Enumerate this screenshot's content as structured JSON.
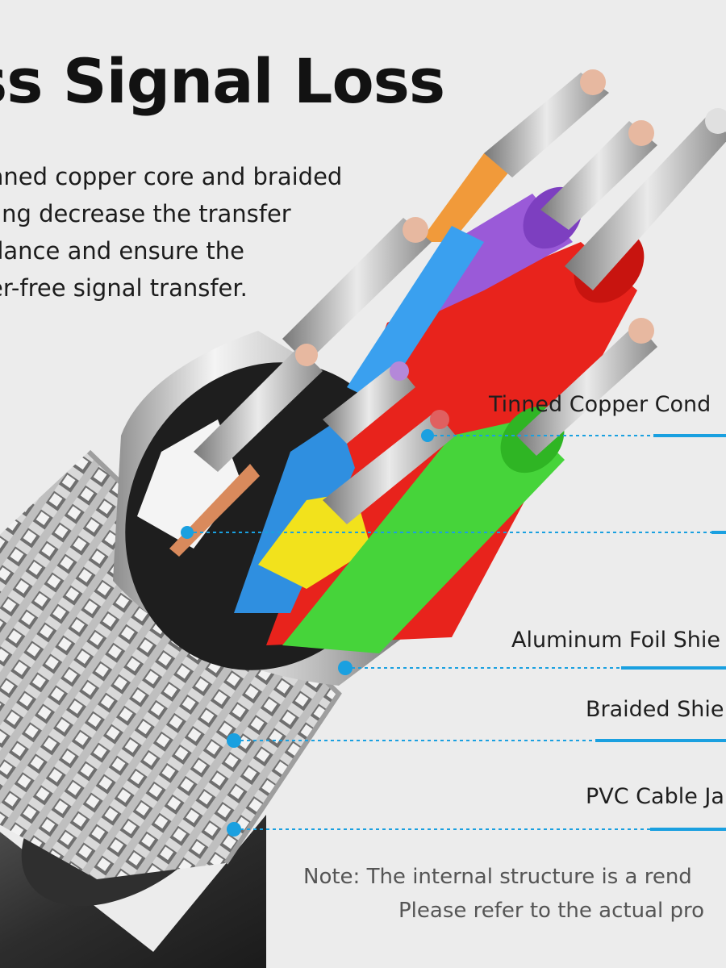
{
  "headline": "ss Signal Loss",
  "description": {
    "lines": [
      "nned copper core and braided",
      "ling decrease the transfer",
      "dance and ensure the",
      "er-free signal transfer."
    ]
  },
  "callouts": [
    {
      "label": "Tinned Copper Cond"
    },
    {
      "label": ""
    },
    {
      "label": "Aluminum Foil Shie"
    },
    {
      "label": "Braided Shie"
    },
    {
      "label": "PVC Cable Ja"
    }
  ],
  "note": {
    "line1": "Note: The internal structure is a rend",
    "line2": "Please refer to the actual pro"
  },
  "colors": {
    "background": "#ececec",
    "accent": "#1aa0e0",
    "wire_red": "#e8231c",
    "wire_green": "#46d43a",
    "wire_purple": "#9a5ad8",
    "wire_yellow": "#f2e21c",
    "wire_blue": "#2f8fe0",
    "wire_orange": "#f19a3a",
    "wire_white": "#f4f4f4",
    "jacket": "#3a3a3a"
  }
}
